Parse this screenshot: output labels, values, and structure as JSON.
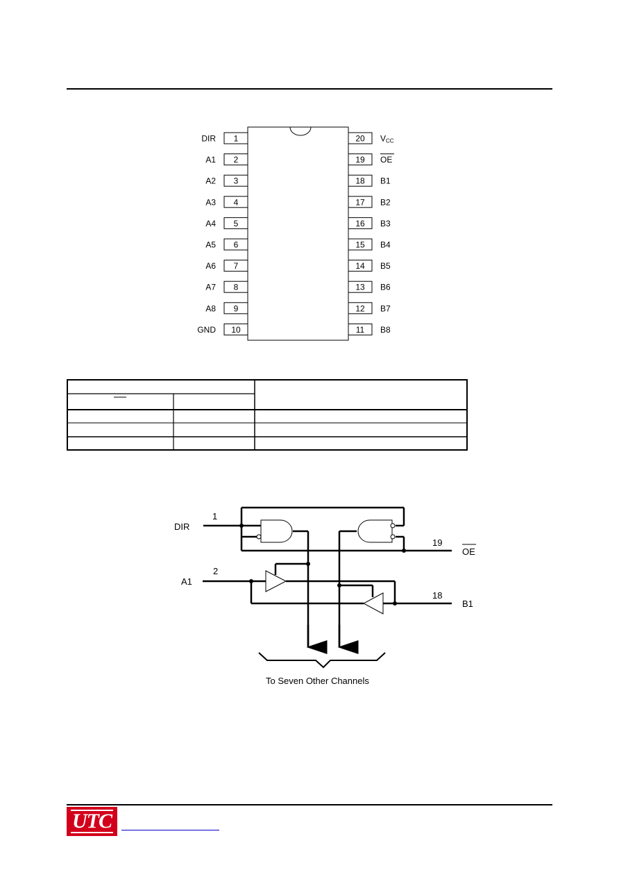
{
  "pinout": {
    "left_pins": [
      {
        "num": "1",
        "name": "DIR"
      },
      {
        "num": "2",
        "name": "A1"
      },
      {
        "num": "3",
        "name": "A2"
      },
      {
        "num": "4",
        "name": "A3"
      },
      {
        "num": "5",
        "name": "A4"
      },
      {
        "num": "6",
        "name": "A5"
      },
      {
        "num": "7",
        "name": "A6"
      },
      {
        "num": "8",
        "name": "A7"
      },
      {
        "num": "9",
        "name": "A8"
      },
      {
        "num": "10",
        "name": "GND"
      }
    ],
    "right_pins": [
      {
        "num": "20",
        "name": "V",
        "sub": "CC"
      },
      {
        "num": "19",
        "name": "OE",
        "overline": true
      },
      {
        "num": "18",
        "name": "B1"
      },
      {
        "num": "17",
        "name": "B2"
      },
      {
        "num": "16",
        "name": "B3"
      },
      {
        "num": "15",
        "name": "B4"
      },
      {
        "num": "14",
        "name": "B5"
      },
      {
        "num": "13",
        "name": "B6"
      },
      {
        "num": "12",
        "name": "B7"
      },
      {
        "num": "11",
        "name": "B8"
      }
    ]
  },
  "logic": {
    "dir_label": "DIR",
    "dir_pin": "1",
    "oe_label": "OE",
    "oe_pin": "19",
    "a1_label": "A1",
    "a1_pin": "2",
    "b1_label": "B1",
    "b1_pin": "18",
    "caption": "To Seven Other Channels"
  },
  "logo": {
    "text": "UTC",
    "bg_color": "#d3001b"
  }
}
